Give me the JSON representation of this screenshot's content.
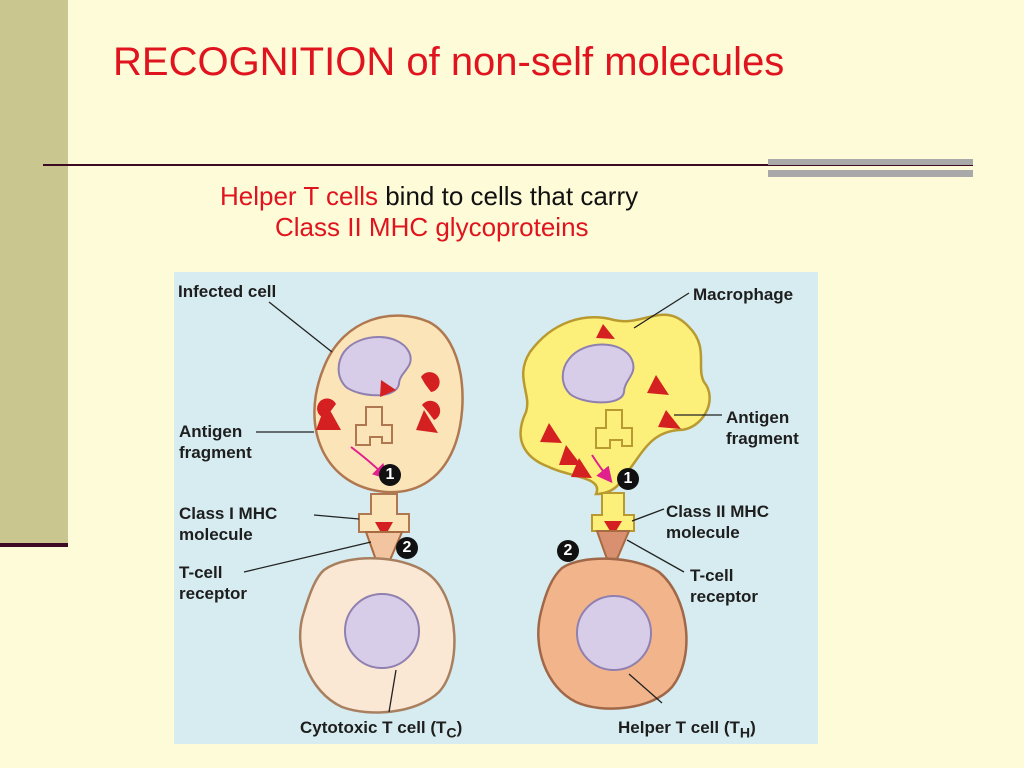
{
  "slide": {
    "title": "RECOGNITION of non-self molecules",
    "subtitle": {
      "highlight": "Helper T cells",
      "rest": " bind to cells that carry",
      "line2": "Class II MHC glycoproteins"
    }
  },
  "diagram": {
    "labels": {
      "infected_cell": "Infected cell",
      "macrophage": "Macrophage",
      "antigen_fragment_left": [
        "Antigen",
        "fragment"
      ],
      "antigen_fragment_right": [
        "Antigen",
        "fragment"
      ],
      "class_i_mhc": [
        "Class I MHC",
        "molecule"
      ],
      "class_ii_mhc": [
        "Class II MHC",
        "molecule"
      ],
      "tcell_receptor_left": [
        "T-cell",
        "receptor"
      ],
      "tcell_receptor_right": [
        "T-cell",
        "receptor"
      ],
      "cytotoxic": {
        "text": "Cytotoxic T cell (T",
        "sub": "C",
        "end": ")"
      },
      "helper": {
        "text": "Helper T cell (T",
        "sub": "H",
        "end": ")"
      }
    },
    "steps": [
      "1",
      "2",
      "1",
      "2"
    ],
    "colors": {
      "infected_cell": "#fbe4b8",
      "macrophage": "#fdf07a",
      "nucleus": "#d8cde8",
      "antigen": "#d42020",
      "tc_cell": "#fbe8d4",
      "th_cell": "#f2b48a"
    }
  }
}
